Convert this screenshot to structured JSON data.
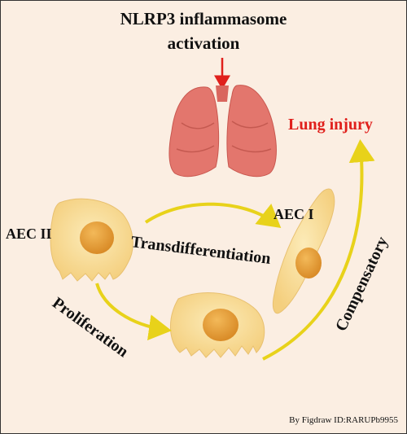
{
  "title": {
    "line1": "NLRP3 inflammasome",
    "line2": "activation"
  },
  "labels": {
    "lung_injury": "Lung injury",
    "aec2": "AEC II",
    "aec1": "AEC I",
    "transdifferentiation": "Transdifferentiation",
    "proliferation": "Proliferation",
    "compensatory": "Compensatory"
  },
  "credit": "By Figdraw ID:RARUPb9955",
  "colors": {
    "background": "#fbeee2",
    "arrow_yellow": "#e8d21a",
    "arrow_red": "#e0201c",
    "lung": "#e3766d",
    "cell_body": "#f9dc97",
    "nucleus": "#e9a23b"
  }
}
